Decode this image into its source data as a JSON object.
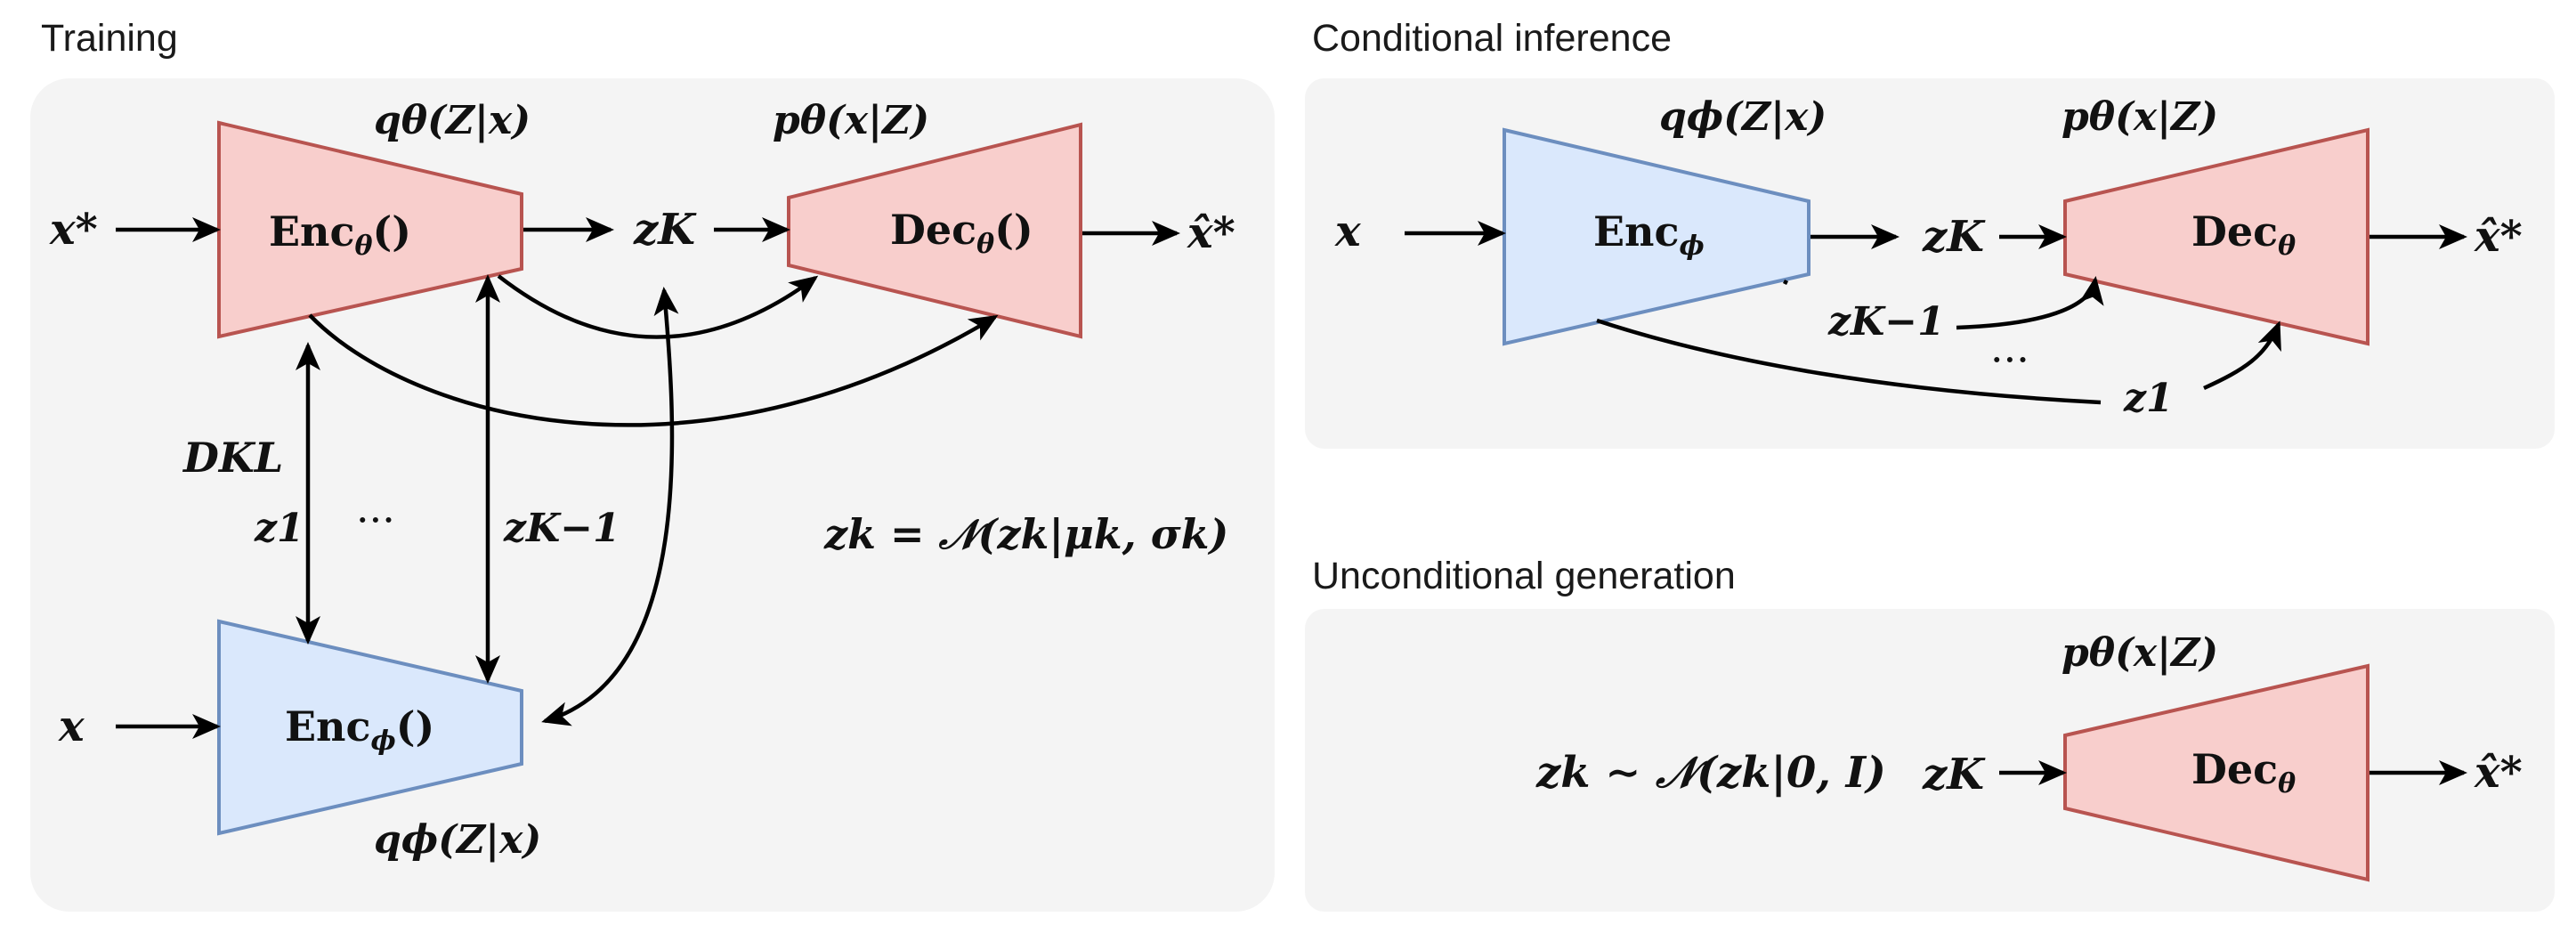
{
  "sections": {
    "training": "Training",
    "conditional": "Conditional inference",
    "unconditional": "Unconditional generation"
  },
  "training": {
    "input_top": "x*",
    "input_bottom": "x",
    "enc_theta_label": "Enc",
    "enc_theta_sub": "θ",
    "enc_theta_paren": "()",
    "dec_theta_label": "Dec",
    "dec_theta_sub": "θ",
    "dec_theta_paren": "()",
    "enc_phi_label": "Enc",
    "enc_phi_sub": "ϕ",
    "enc_phi_paren": "()",
    "q_theta": "qθ(Z|x)",
    "p_theta": "pθ(x|Z)",
    "q_phi": "qϕ(Z|x)",
    "zK": "zK",
    "output": "x̂*",
    "dkl": "DKL",
    "z1": "z1",
    "zK1": "zK−1",
    "dots": "···",
    "prior": "zk = 𝒩(zk|μk, σk)"
  },
  "conditional": {
    "input": "x",
    "enc_label": "Enc",
    "enc_sub": "ϕ",
    "dec_label": "Dec",
    "dec_sub": "θ",
    "q_phi": "qϕ(Z|x)",
    "p_theta": "pθ(x|Z)",
    "zK": "zK",
    "zK1": "zK−1",
    "dots": "···",
    "z1": "z1",
    "output": "x̂*"
  },
  "unconditional": {
    "sample": "zk ∼ 𝒩(zk|0, I)",
    "zK": "zK",
    "dec_label": "Dec",
    "dec_sub": "θ",
    "p_theta": "pθ(x|Z)",
    "output": "x̂*"
  },
  "colors": {
    "decoder_fill": "#f8cecc",
    "decoder_stroke": "#b85450",
    "encoder_fill": "#dae8fc",
    "encoder_stroke": "#6c8ebf",
    "panel_fill": "#f4f4f4"
  }
}
